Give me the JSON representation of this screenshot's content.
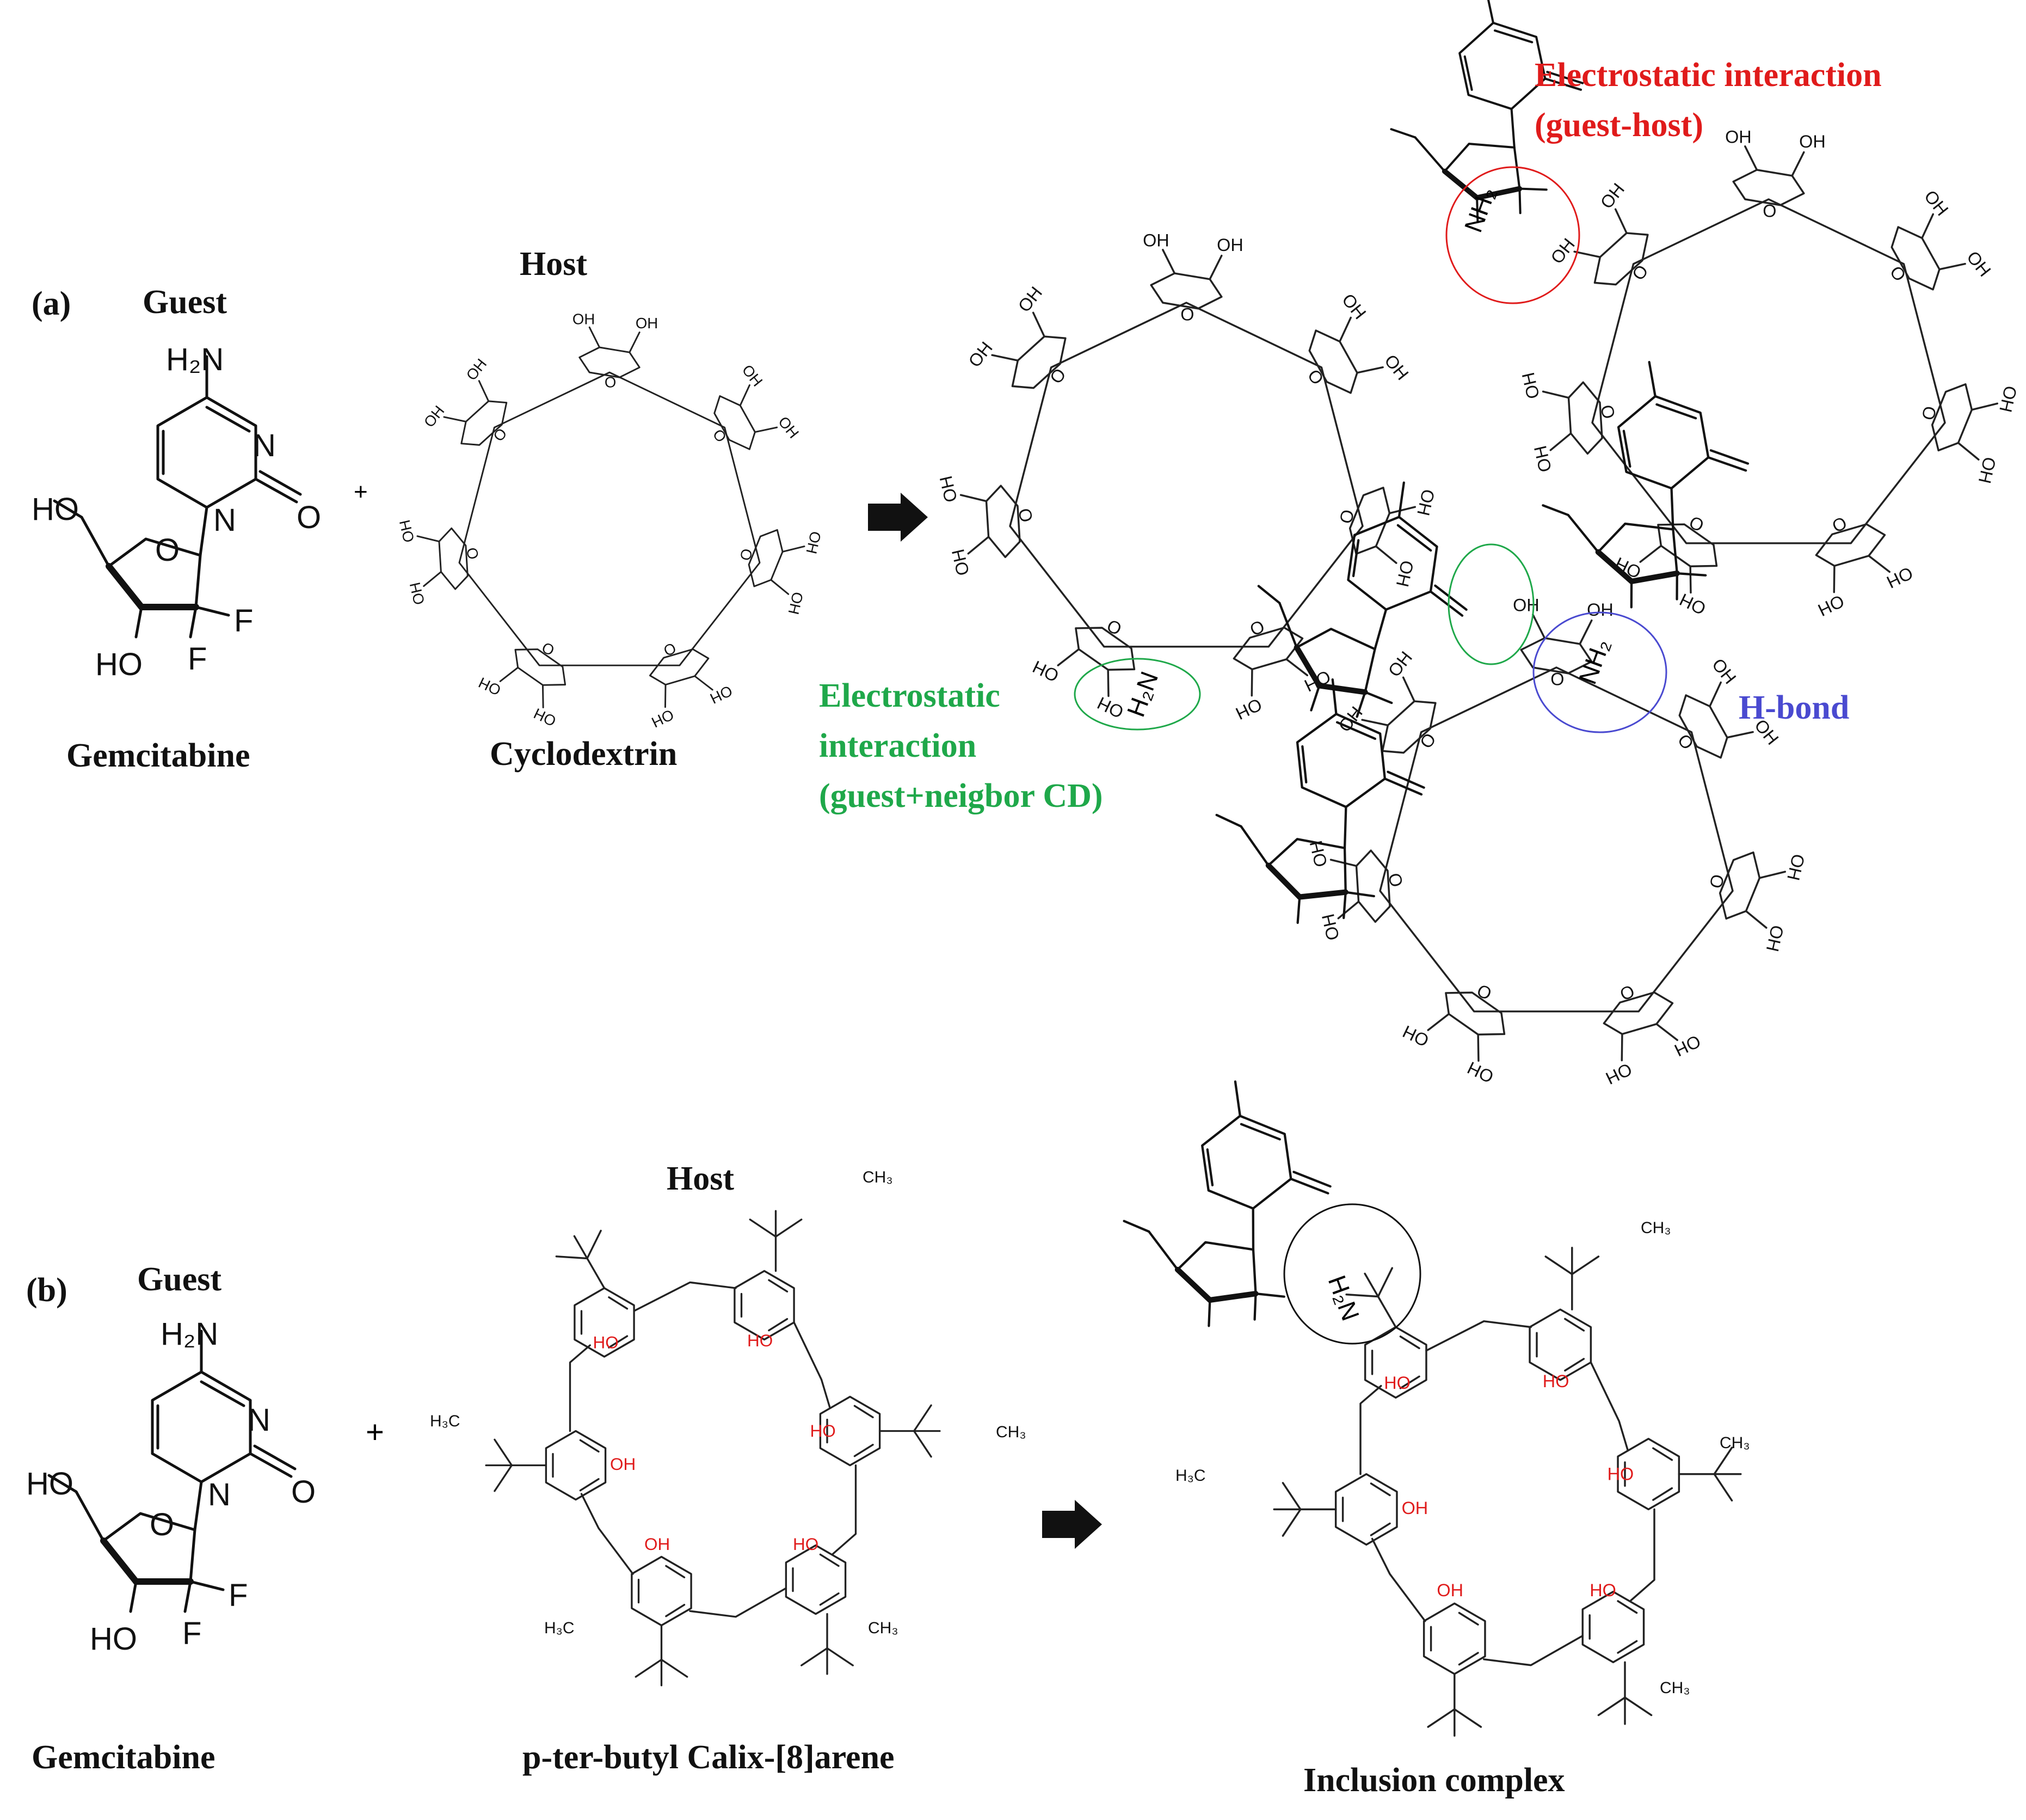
{
  "panel_a": {
    "letter": "(a)",
    "guest_heading": "Guest",
    "host_heading": "Host",
    "guest_name": "Gemcitabine",
    "host_name": "Cyclodextrin",
    "plus": "+",
    "annotation_red_line1": "Electrostatic interaction",
    "annotation_red_line2": "(guest-host)",
    "annotation_green_line1": "Electrostatic",
    "annotation_green_line2": "interaction",
    "annotation_green_line3": "(guest+neigbor CD)",
    "annotation_blue": "H-bond"
  },
  "panel_b": {
    "letter": "(b)",
    "guest_heading": "Guest",
    "host_heading": "Host",
    "guest_name": "Gemcitabine",
    "host_name": "p-ter-butyl Calix-[8]arene",
    "plus": "+",
    "product_name": "Inclusion complex"
  },
  "atoms": {
    "amine": "H₂N",
    "n": "N",
    "o": "O",
    "f": "F",
    "ho": "HO",
    "oh": "OH",
    "nh2": "NH₂",
    "ch3": "CH₃",
    "h3c": "H₃C"
  },
  "colors": {
    "red": "#e01b1b",
    "green": "#1fa84a",
    "blue": "#4a4ad0",
    "black": "#111111"
  }
}
